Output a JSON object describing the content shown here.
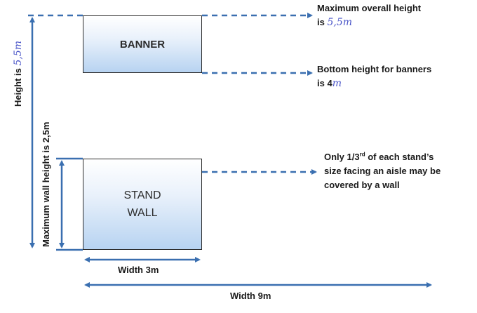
{
  "colors": {
    "arrow": "#3a6fb0",
    "box_border": "#2b2b2b",
    "handwriting": "#4a55c8"
  },
  "banner": {
    "label": "BANNER"
  },
  "stand_wall": {
    "line1": "STAND",
    "line2": "WALL"
  },
  "notes": {
    "max_height": {
      "line1": "Maximum overall height",
      "line2_prefix": "is ",
      "value": "5,5m"
    },
    "bottom_height": {
      "line1": "Bottom height for banners",
      "line2_prefix": "is ",
      "value_printed": "4",
      "value_hand": "m"
    },
    "wall_rule": {
      "line1_a": "Only 1/3",
      "line1_sup": "rd",
      "line1_b": " of each stand’s",
      "line2": "size facing an aisle may be",
      "line3": "covered by a wall"
    }
  },
  "dimensions": {
    "height": {
      "prefix": "Height is ",
      "value": "5,5m"
    },
    "max_wall_height": "Maximum wall height is 2,5m",
    "width_stand": "Width 3m",
    "width_total": "Width 9m"
  }
}
